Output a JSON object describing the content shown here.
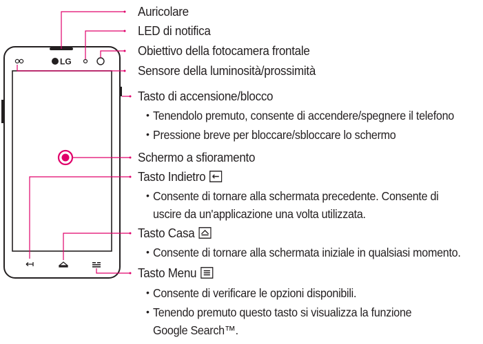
{
  "phone": {
    "brand": "LG"
  },
  "labels": {
    "earpiece": "Auricolare",
    "notification_led": "LED di notifica",
    "front_camera": "Obiettivo della fotocamera frontale",
    "proximity_sensor": "Sensore della luminosità/prossimità",
    "power_key": "Tasto di accensione/blocco",
    "touch_screen": "Schermo a sfioramento",
    "back_key": "Tasto Indietro",
    "home_key": "Tasto Casa",
    "menu_key": "Tasto Menu"
  },
  "descriptions": {
    "power_1": "Tenendolo premuto, consente di accendere/spegnere il telefono",
    "power_2": "Pressione breve per bloccare/sbloccare lo schermo",
    "back_1a": "Consente di tornare alla schermata precedente. Consente di",
    "back_1b": "uscire da un'applicazione una volta utilizzata.",
    "home_1": "Consente di tornare alla schermata iniziale in qualsiasi momento.",
    "menu_1": "Consente di verificare le opzioni disponibili.",
    "menu_2a": "Tenendo premuto questo tasto si visualizza la funzione",
    "menu_2b": "Google Search™."
  },
  "colors": {
    "accent": "#e0006a",
    "text": "#231f20"
  }
}
